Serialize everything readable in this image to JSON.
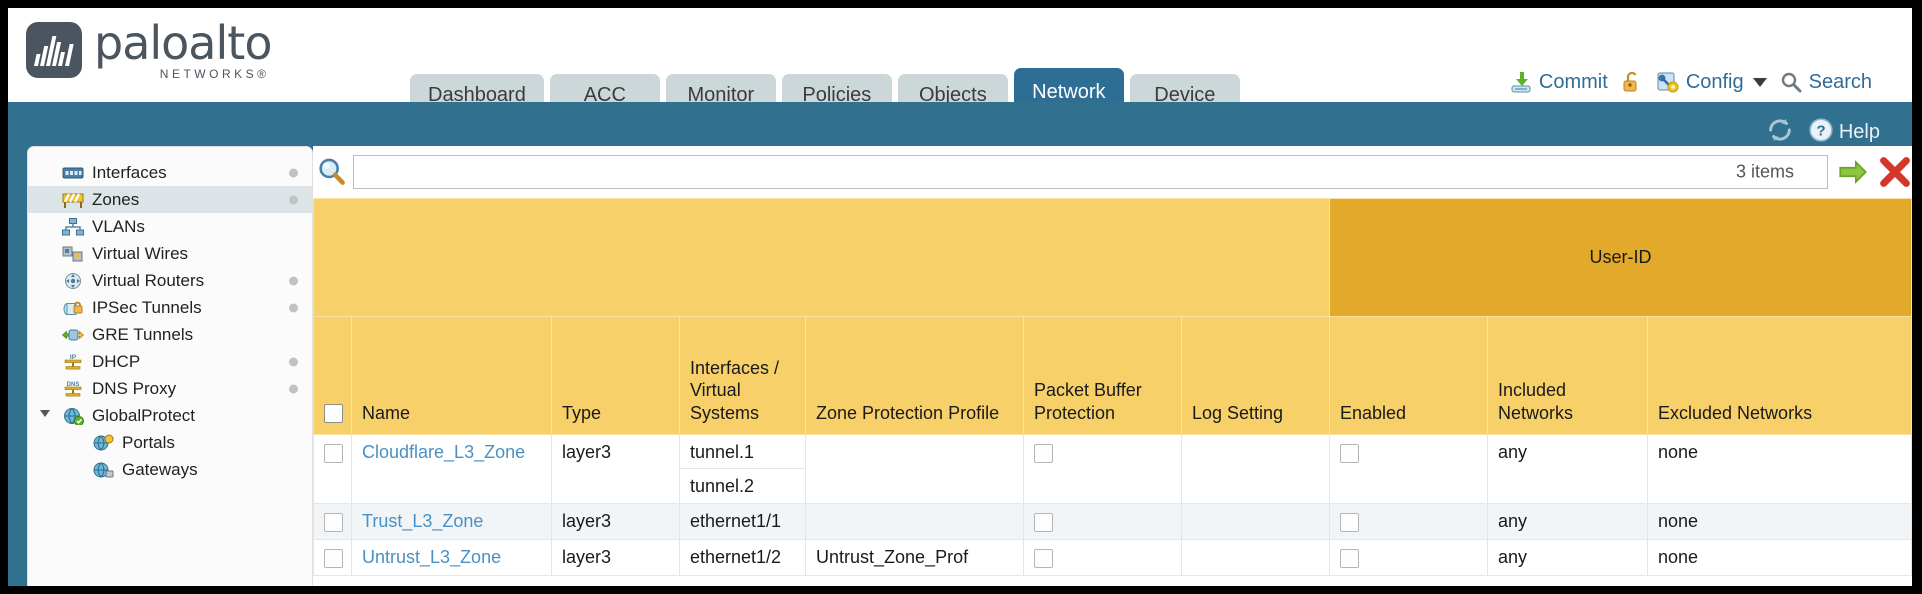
{
  "brand": {
    "name": "paloalto",
    "tagline": "NETWORKS®",
    "logo_icon": "paloalto-logo-icon"
  },
  "nav": {
    "tabs": [
      {
        "label": "Dashboard",
        "active": false
      },
      {
        "label": "ACC",
        "active": false
      },
      {
        "label": "Monitor",
        "active": false
      },
      {
        "label": "Policies",
        "active": false
      },
      {
        "label": "Objects",
        "active": false
      },
      {
        "label": "Network",
        "active": true
      },
      {
        "label": "Device",
        "active": false
      }
    ]
  },
  "header_actions": {
    "commit": {
      "label": "Commit",
      "icon": "commit-save-icon"
    },
    "lock": {
      "label": "",
      "icon": "padlock-unlocked-icon"
    },
    "config": {
      "label": "Config",
      "icon": "config-wrench-icon",
      "caret": "chevron-down-icon"
    },
    "search": {
      "label": "Search",
      "icon": "search-magnifier-icon"
    }
  },
  "band": {
    "refresh": {
      "icon": "refresh-icon"
    },
    "help": {
      "label": "Help",
      "icon": "help-question-icon"
    }
  },
  "sidebar": {
    "items": [
      {
        "label": "Interfaces",
        "icon": "interfaces-icon",
        "selected": false,
        "dot": true,
        "child": false
      },
      {
        "label": "Zones",
        "icon": "zones-icon",
        "selected": true,
        "dot": true,
        "child": false
      },
      {
        "label": "VLANs",
        "icon": "vlans-icon",
        "selected": false,
        "dot": false,
        "child": false
      },
      {
        "label": "Virtual Wires",
        "icon": "virtual-wires-icon",
        "selected": false,
        "dot": false,
        "child": false
      },
      {
        "label": "Virtual Routers",
        "icon": "virtual-routers-icon",
        "selected": false,
        "dot": true,
        "child": false
      },
      {
        "label": "IPSec Tunnels",
        "icon": "ipsec-tunnels-icon",
        "selected": false,
        "dot": true,
        "child": false
      },
      {
        "label": "GRE Tunnels",
        "icon": "gre-tunnels-icon",
        "selected": false,
        "dot": false,
        "child": false
      },
      {
        "label": "DHCP",
        "icon": "dhcp-icon",
        "selected": false,
        "dot": true,
        "child": false
      },
      {
        "label": "DNS Proxy",
        "icon": "dns-proxy-icon",
        "selected": false,
        "dot": true,
        "child": false
      },
      {
        "label": "GlobalProtect",
        "icon": "globalprotect-icon",
        "selected": false,
        "dot": false,
        "child": false,
        "expander": "open"
      },
      {
        "label": "Portals",
        "icon": "portals-icon",
        "selected": false,
        "dot": false,
        "child": true
      },
      {
        "label": "Gateways",
        "icon": "gateways-icon",
        "selected": false,
        "dot": false,
        "child": true
      }
    ]
  },
  "search": {
    "value": "",
    "placeholder": "",
    "icon": "search-magnifier-icon",
    "items_count": "3 items",
    "apply_icon": "apply-arrow-icon",
    "clear_icon": "clear-x-icon"
  },
  "table": {
    "group_header": {
      "label": "User-ID",
      "span": 3
    },
    "columns": [
      {
        "key": "checkbox",
        "label": ""
      },
      {
        "key": "name",
        "label": "Name"
      },
      {
        "key": "type",
        "label": "Type"
      },
      {
        "key": "interfaces",
        "label": "Interfaces / Virtual Systems"
      },
      {
        "key": "zone_protection",
        "label": "Zone Protection Profile"
      },
      {
        "key": "packet_buffer",
        "label": "Packet Buffer Protection"
      },
      {
        "key": "log_setting",
        "label": "Log Setting"
      },
      {
        "key": "enabled",
        "label": "Enabled"
      },
      {
        "key": "included",
        "label": "Included Networks"
      },
      {
        "key": "excluded",
        "label": "Excluded Networks"
      }
    ],
    "rows": [
      {
        "name": "Cloudflare_L3_Zone",
        "type": "layer3",
        "interfaces": [
          "tunnel.1",
          "tunnel.2"
        ],
        "zone_protection": "",
        "packet_buffer_checked": false,
        "log_setting": "",
        "enabled_checked": false,
        "included": "any",
        "excluded": "none",
        "selected": false
      },
      {
        "name": "Trust_L3_Zone",
        "type": "layer3",
        "interfaces": [
          "ethernet1/1"
        ],
        "zone_protection": "",
        "packet_buffer_checked": false,
        "log_setting": "",
        "enabled_checked": false,
        "included": "any",
        "excluded": "none",
        "selected": false
      },
      {
        "name": "Untrust_L3_Zone",
        "type": "layer3",
        "interfaces": [
          "ethernet1/2"
        ],
        "zone_protection": "Untrust_Zone_Prof",
        "packet_buffer_checked": false,
        "log_setting": "",
        "enabled_checked": false,
        "included": "any",
        "excluded": "none",
        "selected": false
      }
    ]
  },
  "colors": {
    "brand_blue": "#31708f",
    "active_tab": "#2e6e94",
    "tab_grey": "#ccd7d9",
    "header_amber": "#f7d069",
    "group_amber": "#e3a92b",
    "link_blue": "#4a90c4",
    "row_alt": "#f2f5f7"
  }
}
